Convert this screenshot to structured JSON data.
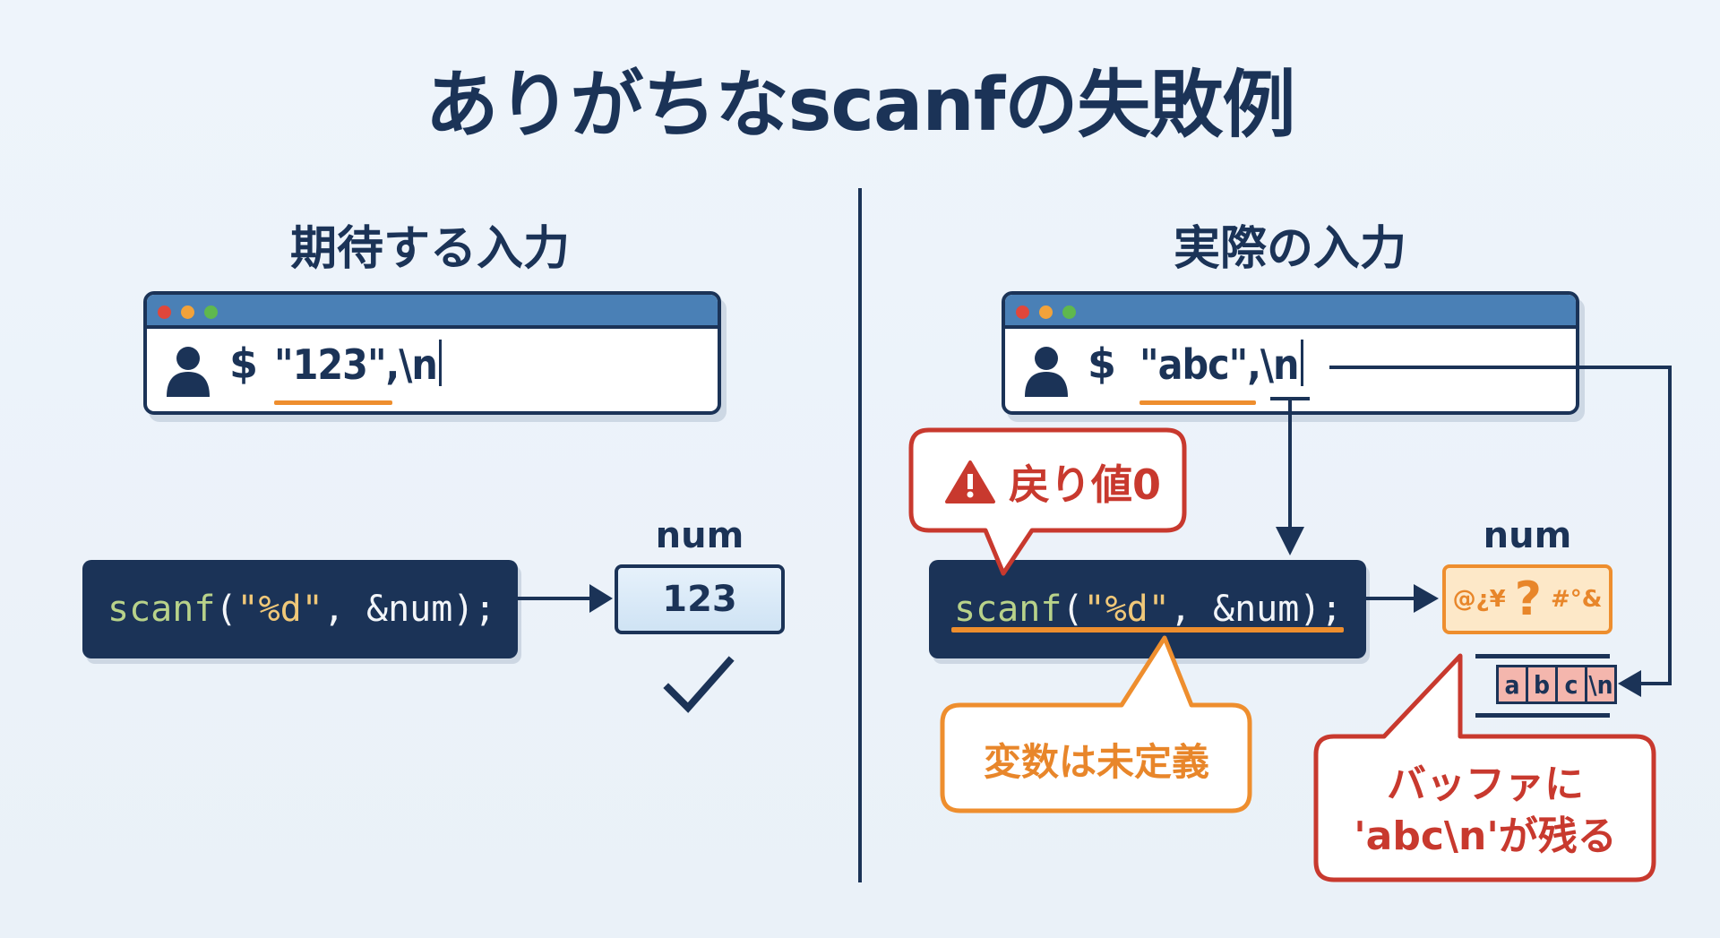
{
  "title": "ありがちなscanfの失敗例",
  "left": {
    "heading": "期待する入力",
    "terminal": {
      "prompt": "$",
      "input_value": "\"123\"",
      "input_suffix": ",\\n",
      "user_icon": "user-icon",
      "window_dots": [
        "red",
        "yellow",
        "green"
      ]
    },
    "code": {
      "func": "scanf",
      "open": "(",
      "format": "\"%d\"",
      "rest": ", &num);"
    },
    "variable": {
      "label": "num",
      "value": "123"
    },
    "result_icon": "checkmark-icon"
  },
  "right": {
    "heading": "実際の入力",
    "terminal": {
      "prompt": "$",
      "input_value": "\"abc\"",
      "input_suffix": ",\\n",
      "user_icon": "user-icon",
      "window_dots": [
        "red",
        "yellow",
        "green"
      ]
    },
    "code": {
      "func": "scanf",
      "open": "(",
      "format": "\"%d\"",
      "rest": ", &num);"
    },
    "variable": {
      "label": "num",
      "garbage_left": "@¿¥",
      "unknown": "?",
      "garbage_right": "#°&"
    },
    "buffer": {
      "cells": [
        "a",
        "b",
        "c",
        "\\n"
      ]
    },
    "callouts": {
      "return_value": {
        "icon": "warning-icon",
        "text": "戻り値0"
      },
      "undefined": {
        "text": "変数は未定義"
      },
      "buffer_remains": {
        "line1": "バッファに",
        "line2": "'abc\\n'が残る"
      }
    }
  },
  "colors": {
    "navy": "#1b3357",
    "terminal_bar": "#4a80b6",
    "orange": "#ee8e2e",
    "red": "#c8392e",
    "code_keyword": "#b8d28a",
    "code_string": "#f0c879",
    "buffer_cell": "#f4b6ad",
    "background": "#eef4fb"
  }
}
